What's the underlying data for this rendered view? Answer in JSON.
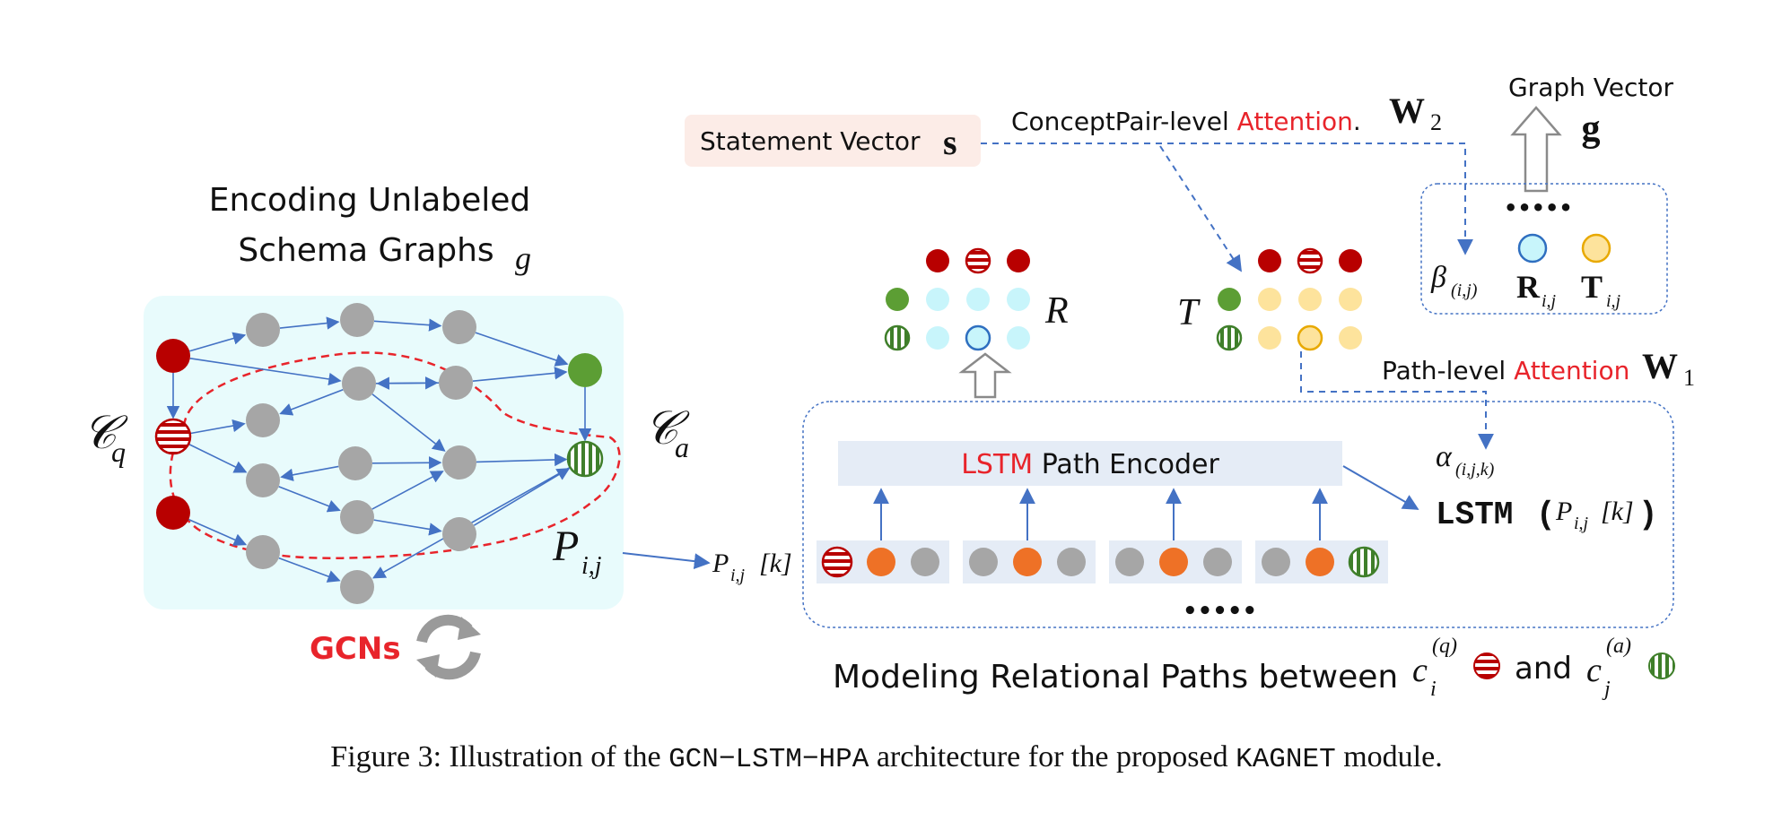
{
  "colors": {
    "red": "#b80000",
    "green": "#5c9e34",
    "gray": "#a6a6a6",
    "orange": "#ee7126",
    "cyan": "#c8f5fb",
    "yellow": "#fde39c",
    "blue": "#4472c4",
    "dashRed": "#e8242b",
    "accentRed": "#e8242b"
  },
  "left": {
    "title_line1": "Encoding Unlabeled",
    "title_line2": "Schema Graphs",
    "title_var": "g",
    "cq_label": "𝒞",
    "cq_sub": "q",
    "ca_label": "𝒞",
    "ca_sub": "a",
    "pij_label": "P",
    "pij_sub": "i,j",
    "gcns_label": "GCNs",
    "refresh_icon": "refresh-icon"
  },
  "statement": {
    "label": "Statement Vector",
    "symbol": "s"
  },
  "concept_attention": {
    "prefix": "ConceptPair-level ",
    "word": "Attention",
    "suffix": ".",
    "weight": "W",
    "weight_sub": "2"
  },
  "graph_vector": {
    "label": "Graph Vector",
    "symbol": "g",
    "dots": "•••••",
    "beta": "β",
    "beta_sub": "(i,j)",
    "r_label": "R",
    "r_sub": "i,j",
    "t_label": "T",
    "t_sub": "i,j"
  },
  "matrices": {
    "r_label": "R",
    "t_label": "T"
  },
  "path_attention": {
    "prefix": "Path-level ",
    "word": "Attention",
    "weight": "W",
    "weight_sub": "1"
  },
  "encoder": {
    "lstm_word": "LSTM",
    "rest": " Path Encoder",
    "alpha": "α",
    "alpha_sub": "(i,j,k)",
    "lstm_call": "LSTM",
    "lstm_arg": "P",
    "lstm_arg_sub": "i,j",
    "lstm_arg_idx": "[k]",
    "path_label": "P",
    "path_sub": "i,j",
    "path_idx": "[k]",
    "dots": "•••••"
  },
  "bottom_caption": {
    "text": "Modeling Relational Paths between",
    "ci": "c",
    "ci_sub": "i",
    "ci_sup": "(q)",
    "and": "and",
    "cj": "c",
    "cj_sub": "j",
    "cj_sup": "(a)"
  },
  "figure_caption": {
    "prefix": "Figure 3: Illustration of the ",
    "arch": "GCN−LSTM−HPA",
    "middle": " architecture for the proposed ",
    "module": "KAGNET",
    "suffix": " module."
  }
}
